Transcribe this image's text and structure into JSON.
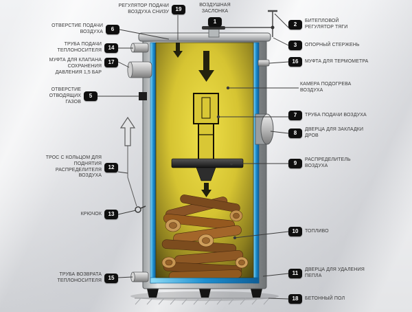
{
  "diagram": {
    "type": "solid-fuel-boiler-cutaway",
    "language": "ru"
  },
  "colors": {
    "badge": "#0f0f0f",
    "badge_text": "#ffffff",
    "label_text": "#383838",
    "water_jacket_blue": "#1d8fd0",
    "chamber_yellow": "#e6d335",
    "chamber_dark_olive": "#4a4210",
    "firewood_brown": "#8a5426",
    "metal_gray": "#b4b8ba",
    "background": "#e3e4e7"
  },
  "callouts": [
    {
      "id": "air-regulator-bottom",
      "num": "19",
      "text": "РЕГУЛЯТОР ПОДАЧИ ВОЗДУХА СНИЗУ"
    },
    {
      "id": "air-damper",
      "num": "1",
      "text": "ВОЗДУШНАЯ ЗАСЛОНКА"
    },
    {
      "id": "air-supply-opening",
      "num": "6",
      "text": "ОТВЕРСТИЕ ПОДАЧИ ВОЗДУХА"
    },
    {
      "id": "coolant-supply-pipe",
      "num": "14",
      "text": "ТРУБА ПОДАЧИ ТЕПЛОНОСИТЕЛЯ"
    },
    {
      "id": "pressure-valve-coupling",
      "num": "17",
      "text": "МУФТА ДЛЯ КЛАПАНА СОХРАНЕНИЯ ДАВЛЕНИЯ 1,5 БАР"
    },
    {
      "id": "flue-gas-opening",
      "num": "5",
      "text": "ОТВЕРСТИЕ ОТВОДЯЩИХ ГАЗОВ"
    },
    {
      "id": "lifting-cable",
      "num": "12",
      "text": "ТРОС С КОЛЬЦОМ ДЛЯ ПОДНЯТИЯ РАСПРЕДЕЛИТЕЛЯ ВОЗДУХА"
    },
    {
      "id": "hook",
      "num": "13",
      "text": "КРЮЧОК"
    },
    {
      "id": "coolant-return-pipe",
      "num": "15",
      "text": "ТРУБА ВОЗВРАТА ТЕПЛОНОСИТЕЛЯ"
    },
    {
      "id": "thermal-draft-regulator",
      "num": "2",
      "text": "БИТЕПЛОВОЙ РЕГУЛЯТОР ТЯГИ"
    },
    {
      "id": "support-rod",
      "num": "3",
      "text": "ОПОРНЫЙ СТЕРЖЕНЬ"
    },
    {
      "id": "thermometer-coupling",
      "num": "16",
      "text": "МУФТА ДЛЯ ТЕРМОМЕТРА"
    },
    {
      "id": "air-heating-chamber",
      "text": "КАМЕРА ПОДОГРЕВА ВОЗДУХА"
    },
    {
      "id": "air-supply-tube",
      "num": "7",
      "text": "ТРУБА ПОДАЧИ ВОЗДУХА"
    },
    {
      "id": "wood-loading-door",
      "num": "8",
      "text": "ДВЕРЦА ДЛЯ ЗАКЛАДКИ ДРОВ"
    },
    {
      "id": "air-distributor",
      "num": "9",
      "text": "РАСПРЕДЕЛИТЕЛЬ ВОЗДУХА"
    },
    {
      "id": "fuel",
      "num": "10",
      "text": "ТОПЛИВО"
    },
    {
      "id": "ash-removal-door",
      "num": "11",
      "text": "ДВЕРЦА ДЛЯ УДАЛЕНИЯ ПЕПЛА"
    },
    {
      "id": "concrete-floor",
      "num": "18",
      "text": "БЕТОННЫЙ ПОЛ"
    }
  ]
}
